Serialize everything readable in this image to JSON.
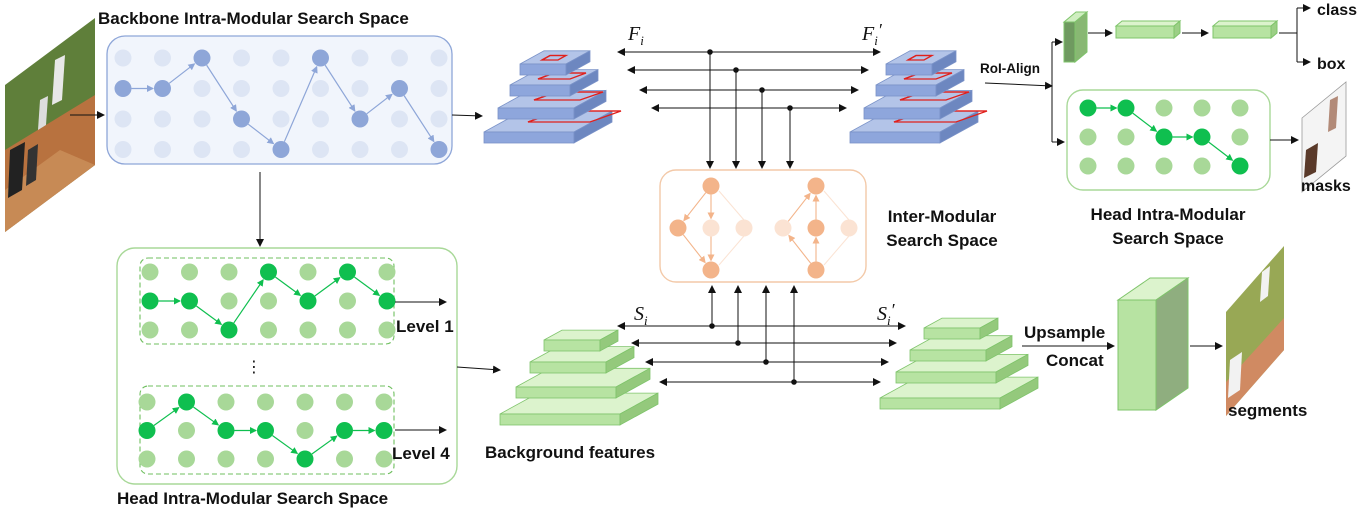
{
  "labels": {
    "backbone_space": "Backbone Intra-Modular Search Space",
    "head_space_top": "Head Intra-Modular Search Space",
    "head_space_bottom": "Head Intra-Modular Search Space",
    "inter_modular": "Inter-Modular Search Space",
    "roi_align": "RoI-Align",
    "class": "class",
    "box": "box",
    "masks": "masks",
    "level1": "Level 1",
    "level4": "Level 4",
    "ellipsis": "⋮",
    "background_features": "Background features",
    "upsample": "Upsample",
    "concat": "Concat",
    "segments": "segments",
    "f_i": "F",
    "f_i_prime": "F",
    "s_i": "S",
    "s_i_prime": "S",
    "sub_i": "i",
    "prime": "′"
  },
  "colors": {
    "blue_node": "#8ea6d8",
    "blue_light": "#dde5f4",
    "blue_stack": "#8ea6dc",
    "green_node": "#0fbf4f",
    "green_light": "#a8d898",
    "green_stack": "#b7e3a2",
    "orange_node": "#f3b48a",
    "orange_light": "#fbe3d3",
    "red_box": "#e0201c"
  }
}
